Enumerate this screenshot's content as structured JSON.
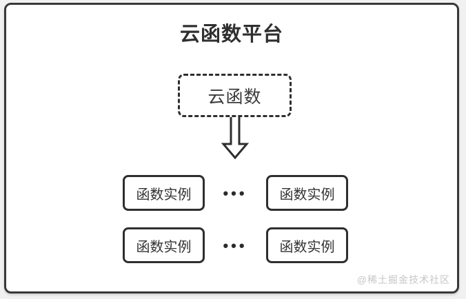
{
  "page": {
    "background_color": "#f1f1f1",
    "watermark": "@稀土掘金技术社区"
  },
  "diagram": {
    "title": "云函数平台",
    "root_node": {
      "label": "云函数",
      "border_style": "dashed"
    },
    "arrow_icon": "down-arrow",
    "rows": [
      {
        "left": "函数实例",
        "dots": "•••",
        "right": "函数实例"
      },
      {
        "left": "函数实例",
        "dots": "•••",
        "right": "函数实例"
      }
    ],
    "colors": {
      "line": "#2e2e2e",
      "title_text": "#2f2f2f",
      "node_text": "#333333",
      "watermark_text": "#c6c6c6",
      "surface": "#ffffff",
      "frame_border": "#383838"
    }
  }
}
